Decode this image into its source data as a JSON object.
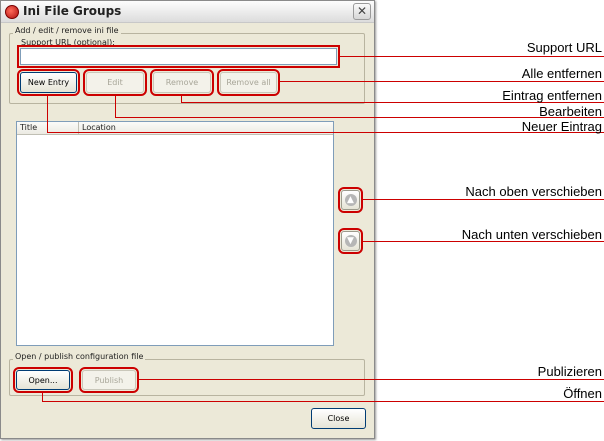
{
  "window": {
    "title": "Ini File Groups",
    "close_glyph": "✕"
  },
  "add_group": {
    "legend": "Add / edit / remove ini file",
    "support_url_label": "Support URL (optional):",
    "support_url_value": "",
    "buttons": {
      "new_entry": "New Entry",
      "edit": "Edit",
      "remove": "Remove",
      "remove_all": "Remove all"
    }
  },
  "table": {
    "columns": [
      "Title",
      "Location"
    ],
    "rows": []
  },
  "move_buttons": {
    "up_glyph": "▲",
    "down_glyph": "▼"
  },
  "publish_group": {
    "legend": "Open / publish configuration file",
    "open": "Open...",
    "publish": "Publish"
  },
  "close": "Close",
  "callouts": {
    "support_url": "Support URL",
    "remove_all": "Alle entfernen",
    "remove": "Eintrag entfernen",
    "edit": "Bearbeiten",
    "new_entry": "Neuer Eintrag",
    "move_up": "Nach oben verschieben",
    "move_down": "Nach unten verschieben",
    "publish": "Publizieren",
    "open": "Öffnen"
  },
  "colors": {
    "callout_line": "#cc0000",
    "window_bg": "#ece9d8"
  }
}
